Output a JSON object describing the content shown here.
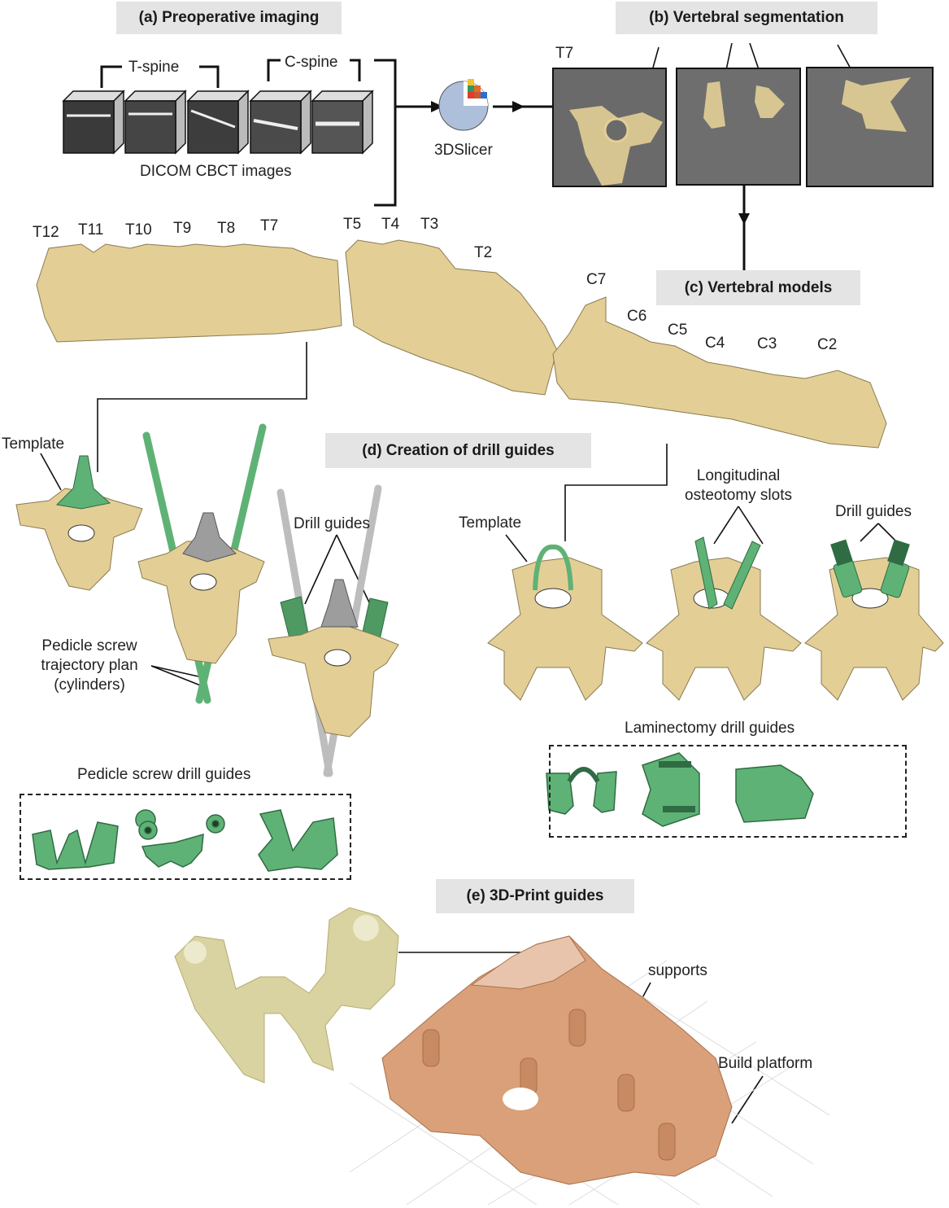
{
  "panels": {
    "a": {
      "title": "(a) Preoperative imaging",
      "t_spine": "T-spine",
      "c_spine": "C-spine",
      "caption": "DICOM CBCT images",
      "software": "3DSlicer"
    },
    "b": {
      "title": "(b) Vertebral segmentation",
      "level": "T7"
    },
    "c": {
      "title": "(c) Vertebral models",
      "thoracic_labels": [
        "T12",
        "T11",
        "T10",
        "T9",
        "T8",
        "T7",
        "T5",
        "T4",
        "T3",
        "T2"
      ],
      "cervical_labels": [
        "C7",
        "C6",
        "C5",
        "C4",
        "C3",
        "C2"
      ]
    },
    "d": {
      "title": "(d) Creation of drill guides",
      "left": {
        "template": "Template",
        "trajectory": [
          "Pedicle screw",
          "trajectory plan",
          "(cylinders)"
        ],
        "drill_guides": "Drill guides",
        "box_title": "Pedicle screw drill guides"
      },
      "right": {
        "template": "Template",
        "slots": [
          "Longitudinal",
          "osteotomy slots"
        ],
        "drill_guides": "Drill guides",
        "box_title": "Laminectomy drill guides"
      }
    },
    "e": {
      "title": "(e) 3D-Print guides",
      "supports": "supports",
      "platform": "Build platform"
    }
  },
  "colors": {
    "bone": "#e3cf96",
    "guide_green": "#5fb276",
    "dark_green": "#2f6b43",
    "grey_rod": "#bdbdbd",
    "print_orange": "#d9a07a",
    "resin": "#d8d3a0",
    "header_bg": "#e4e4e4"
  }
}
